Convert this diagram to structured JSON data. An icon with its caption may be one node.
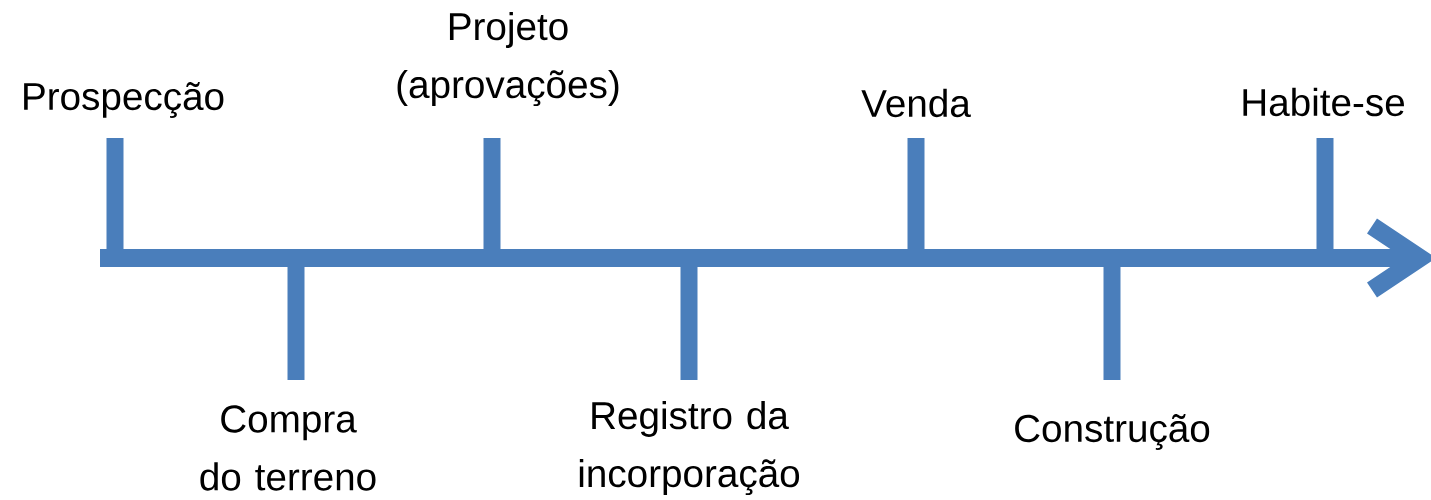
{
  "diagram": {
    "labels": [
      "Prospecção",
      "Compra do terreno",
      "Projeto (aprovações)",
      "Registro da incorporação",
      "Venda",
      "Construção",
      "Habite-se"
    ]
  }
}
